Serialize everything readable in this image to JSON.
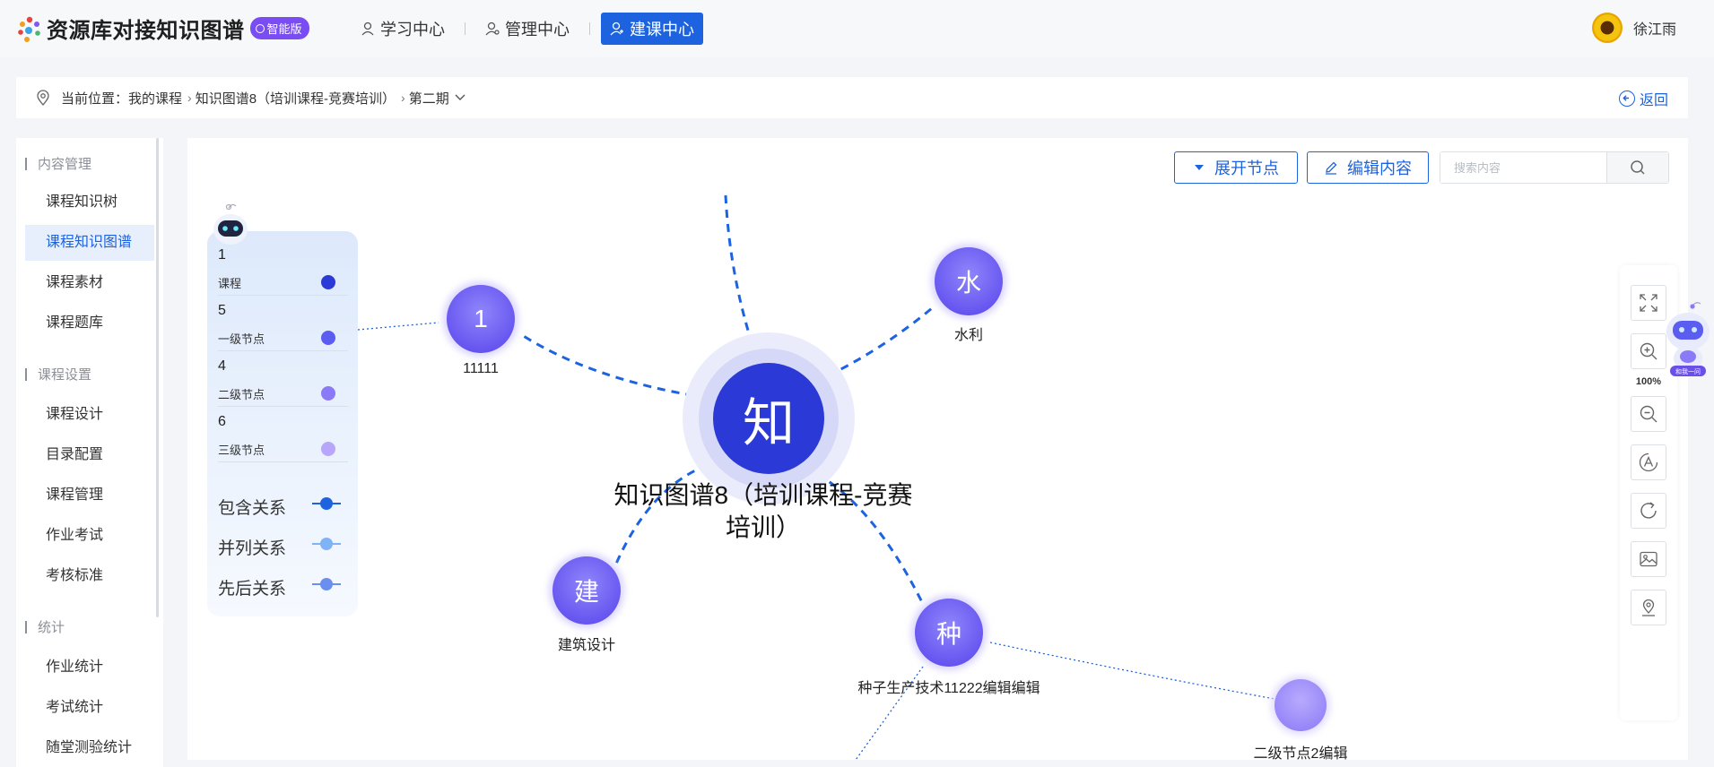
{
  "header": {
    "logo_title": "资源库对接知识图谱",
    "badge": "智能版",
    "nav": [
      {
        "label": "学习中心",
        "active": false
      },
      {
        "label": "管理中心",
        "active": false
      },
      {
        "label": "建课中心",
        "active": true
      }
    ],
    "user_name": "徐江雨"
  },
  "breadcrumb": {
    "prefix": "当前位置：",
    "items": [
      "我的课程",
      "知识图谱8（培训课程-竞赛培训）",
      "第二期"
    ],
    "back_label": "返回"
  },
  "sidebar": {
    "sections": [
      {
        "title": "内容管理",
        "items": [
          "课程知识树",
          "课程知识图谱",
          "课程素材",
          "课程题库"
        ]
      },
      {
        "title": "课程设置",
        "items": [
          "课程设计",
          "目录配置",
          "课程管理",
          "作业考试",
          "考核标准"
        ]
      },
      {
        "title": "统计",
        "items": [
          "作业统计",
          "考试统计",
          "随堂测验统计"
        ]
      }
    ],
    "active_item": "课程知识图谱"
  },
  "toolbar": {
    "expand_label": "展开节点",
    "edit_label": "编辑内容",
    "search_placeholder": "搜索内容"
  },
  "legend": {
    "node_types": [
      {
        "count": "1",
        "label": "课程",
        "color": "#2b3ad6"
      },
      {
        "count": "5",
        "label": "一级节点",
        "color": "#5b5cf0"
      },
      {
        "count": "4",
        "label": "二级节点",
        "color": "#8b7af7"
      },
      {
        "count": "6",
        "label": "三级节点",
        "color": "#b7a6fb"
      }
    ],
    "relations": [
      {
        "label": "包含关系",
        "color": "#1d63e0"
      },
      {
        "label": "并列关系",
        "color": "#7fb3f5"
      },
      {
        "label": "先后关系",
        "color": "#6a8ff0"
      }
    ]
  },
  "graph": {
    "center": {
      "char": "知",
      "label": "知识图谱8（培训课程-竞赛培训）"
    },
    "nodes": [
      {
        "char": "1",
        "label": "11111"
      },
      {
        "char": "水",
        "label": "水利"
      },
      {
        "char": "建",
        "label": "建筑设计"
      },
      {
        "char": "种",
        "label": "种子生产技术11222编辑编辑"
      },
      {
        "char": "",
        "label": "二级节点2编辑"
      }
    ]
  },
  "zoom": {
    "percent": "100%"
  },
  "colors": {
    "accent": "#1d63e0",
    "center_node": "#2b3ad6",
    "node_gradient": "#7b6cf6"
  },
  "robot_badge": "和我一问"
}
